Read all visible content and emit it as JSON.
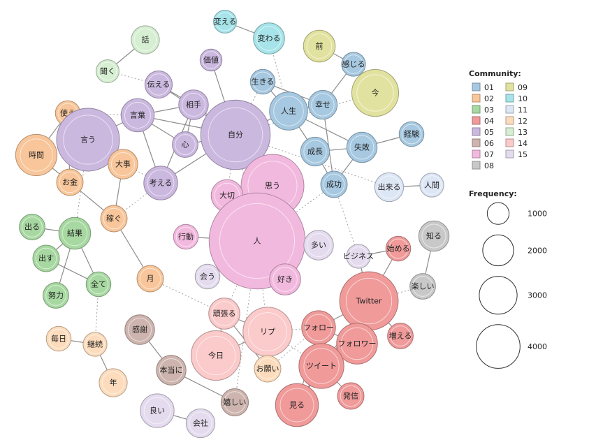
{
  "legend": {
    "community_title": "Community:",
    "frequency_title": "Frequency:",
    "communities": [
      {
        "id": "01",
        "color": "#a6c8e0"
      },
      {
        "id": "02",
        "color": "#f8c69a"
      },
      {
        "id": "03",
        "color": "#a7d8a1"
      },
      {
        "id": "04",
        "color": "#f09a9a"
      },
      {
        "id": "05",
        "color": "#cbb8df"
      },
      {
        "id": "06",
        "color": "#cdb4ae"
      },
      {
        "id": "07",
        "color": "#f2b9de"
      },
      {
        "id": "08",
        "color": "#c8c8c8"
      },
      {
        "id": "09",
        "color": "#e2e2a0"
      },
      {
        "id": "10",
        "color": "#a6e4ea"
      },
      {
        "id": "11",
        "color": "#dde6f5"
      },
      {
        "id": "12",
        "color": "#fcdcbc"
      },
      {
        "id": "13",
        "color": "#d6eed2"
      },
      {
        "id": "14",
        "color": "#fbcaca"
      },
      {
        "id": "15",
        "color": "#e4dcee"
      }
    ],
    "frequencies": [
      {
        "value": 1000,
        "label": "1000"
      },
      {
        "value": 2000,
        "label": "2000"
      },
      {
        "value": 3000,
        "label": "3000"
      },
      {
        "value": 4000,
        "label": "4000"
      }
    ]
  },
  "nodes": [
    {
      "id": "kaeru",
      "label": "変える",
      "community": "10",
      "freq": 120
    },
    {
      "id": "kawaru",
      "label": "変わる",
      "community": "10",
      "freq": 220
    },
    {
      "id": "hanashi",
      "label": "話",
      "community": "13",
      "freq": 180
    },
    {
      "id": "kiku",
      "label": "聞く",
      "community": "13",
      "freq": 120
    },
    {
      "id": "kachi",
      "label": "価値",
      "community": "05",
      "freq": 110
    },
    {
      "id": "mae",
      "label": "前",
      "community": "09",
      "freq": 230
    },
    {
      "id": "kanjiru",
      "label": "感じる",
      "community": "01",
      "freq": 130
    },
    {
      "id": "ima",
      "label": "今",
      "community": "09",
      "freq": 500
    },
    {
      "id": "tsutaeru",
      "label": "伝える",
      "community": "05",
      "freq": 170
    },
    {
      "id": "ikiru",
      "label": "生きる",
      "community": "01",
      "freq": 140
    },
    {
      "id": "aite",
      "label": "相手",
      "community": "05",
      "freq": 200
    },
    {
      "id": "shiawase",
      "label": "幸せ",
      "community": "01",
      "freq": 190
    },
    {
      "id": "jinsei",
      "label": "人生",
      "community": "01",
      "freq": 330
    },
    {
      "id": "tsukau",
      "label": "使う",
      "community": "02",
      "freq": 140
    },
    {
      "id": "kotoba",
      "label": "言葉",
      "community": "05",
      "freq": 250
    },
    {
      "id": "iu",
      "label": "言う",
      "community": "05",
      "freq": 900
    },
    {
      "id": "jibun",
      "label": "自分",
      "community": "05",
      "freq": 1100
    },
    {
      "id": "keiken",
      "label": "経験",
      "community": "01",
      "freq": 140
    },
    {
      "id": "jikan",
      "label": "時間",
      "community": "02",
      "freq": 390
    },
    {
      "id": "kokoro",
      "label": "心",
      "community": "05",
      "freq": 150
    },
    {
      "id": "seichou",
      "label": "成長",
      "community": "01",
      "freq": 190
    },
    {
      "id": "shippai",
      "label": "失敗",
      "community": "01",
      "freq": 210
    },
    {
      "id": "daiji",
      "label": "大事",
      "community": "02",
      "freq": 200
    },
    {
      "id": "kangaeru",
      "label": "考える",
      "community": "05",
      "freq": 260
    },
    {
      "id": "seikou",
      "label": "成功",
      "community": "01",
      "freq": 160
    },
    {
      "id": "dekiru",
      "label": "出来る",
      "community": "11",
      "freq": 190
    },
    {
      "id": "ningen",
      "label": "人間",
      "community": "11",
      "freq": 130
    },
    {
      "id": "okane",
      "label": "お金",
      "community": "02",
      "freq": 160
    },
    {
      "id": "omou",
      "label": "思う",
      "community": "07",
      "freq": 900
    },
    {
      "id": "taisetsu",
      "label": "大切",
      "community": "07",
      "freq": 230
    },
    {
      "id": "deru",
      "label": "出る",
      "community": "03",
      "freq": 150
    },
    {
      "id": "kekka",
      "label": "結果",
      "community": "03",
      "freq": 230
    },
    {
      "id": "kasegu",
      "label": "稼ぐ",
      "community": "02",
      "freq": 160
    },
    {
      "id": "shiru",
      "label": "知る",
      "community": "08",
      "freq": 210
    },
    {
      "id": "koudou",
      "label": "行動",
      "community": "07",
      "freq": 140
    },
    {
      "id": "hito",
      "label": "人",
      "community": "07",
      "freq": 2100
    },
    {
      "id": "ooi",
      "label": "多い",
      "community": "15",
      "freq": 200
    },
    {
      "id": "hajimeru",
      "label": "始める",
      "community": "04",
      "freq": 140
    },
    {
      "id": "business",
      "label": "ビジネス",
      "community": "15",
      "freq": 130
    },
    {
      "id": "dasu",
      "label": "出す",
      "community": "03",
      "freq": 160
    },
    {
      "id": "au",
      "label": "会う",
      "community": "15",
      "freq": 140
    },
    {
      "id": "suki",
      "label": "好き",
      "community": "07",
      "freq": 220
    },
    {
      "id": "tanoshii",
      "label": "楽しい",
      "community": "08",
      "freq": 150
    },
    {
      "id": "tsuki",
      "label": "月",
      "community": "02",
      "freq": 160
    },
    {
      "id": "subete",
      "label": "全て",
      "community": "03",
      "freq": 140
    },
    {
      "id": "doryoku",
      "label": "努力",
      "community": "03",
      "freq": 150
    },
    {
      "id": "twitter",
      "label": "Twitter",
      "community": "04",
      "freq": 780
    },
    {
      "id": "ganbaru",
      "label": "頑張る",
      "community": "14",
      "freq": 220
    },
    {
      "id": "kansha",
      "label": "感謝",
      "community": "06",
      "freq": 200
    },
    {
      "id": "rip",
      "label": "リプ",
      "community": "14",
      "freq": 550
    },
    {
      "id": "follow",
      "label": "フォロー",
      "community": "04",
      "freq": 260
    },
    {
      "id": "fueru",
      "label": "増える",
      "community": "04",
      "freq": 150
    },
    {
      "id": "mainichi",
      "label": "毎日",
      "community": "12",
      "freq": 140
    },
    {
      "id": "keizoku",
      "label": "継続",
      "community": "12",
      "freq": 130
    },
    {
      "id": "follower",
      "label": "フォロワー",
      "community": "04",
      "freq": 380
    },
    {
      "id": "kyou",
      "label": "今日",
      "community": "14",
      "freq": 560
    },
    {
      "id": "onegai",
      "label": "お願い",
      "community": "12",
      "freq": 160
    },
    {
      "id": "tweet",
      "label": "ツイート",
      "community": "04",
      "freq": 460
    },
    {
      "id": "hontou",
      "label": "本当に",
      "community": "06",
      "freq": 200
    },
    {
      "id": "toshi",
      "label": "年",
      "community": "12",
      "freq": 180
    },
    {
      "id": "hasshin",
      "label": "発信",
      "community": "04",
      "freq": 160
    },
    {
      "id": "ureshii",
      "label": "嬉しい",
      "community": "06",
      "freq": 170
    },
    {
      "id": "miru",
      "label": "見る",
      "community": "04",
      "freq": 420
    },
    {
      "id": "yoi",
      "label": "良い",
      "community": "15",
      "freq": 260
    },
    {
      "id": "kaisha",
      "label": "会社",
      "community": "15",
      "freq": 190
    }
  ],
  "edges": [
    [
      "kaeru",
      "kawaru",
      "solid"
    ],
    [
      "hanashi",
      "kiku",
      "solid"
    ],
    [
      "mae",
      "kanjiru",
      "solid"
    ],
    [
      "kanjiru",
      "ima",
      "solid"
    ],
    [
      "kanjiru",
      "shiawase",
      "solid"
    ],
    [
      "ikiru",
      "shiawase",
      "solid"
    ],
    [
      "ikiru",
      "jinsei",
      "solid"
    ],
    [
      "jinsei",
      "shiawase",
      "solid"
    ],
    [
      "jinsei",
      "seichou",
      "solid"
    ],
    [
      "jinsei",
      "shippai",
      "solid"
    ],
    [
      "shiawase",
      "seikou",
      "solid"
    ],
    [
      "seichou",
      "shippai",
      "solid"
    ],
    [
      "shippai",
      "keiken",
      "solid"
    ],
    [
      "shippai",
      "seikou",
      "solid"
    ],
    [
      "seichou",
      "seikou",
      "solid"
    ],
    [
      "dekiru",
      "ningen",
      "solid"
    ],
    [
      "kachi",
      "jibun",
      "solid"
    ],
    [
      "tsutaeru",
      "aite",
      "solid"
    ],
    [
      "tsutaeru",
      "jibun",
      "solid"
    ],
    [
      "aite",
      "kotoba",
      "solid"
    ],
    [
      "aite",
      "jibun",
      "solid"
    ],
    [
      "aite",
      "kokoro",
      "solid"
    ],
    [
      "aite",
      "kangaeru",
      "solid"
    ],
    [
      "kotoba",
      "iu",
      "solid"
    ],
    [
      "kotoba",
      "jibun",
      "solid"
    ],
    [
      "kotoba",
      "kokoro",
      "solid"
    ],
    [
      "kotoba",
      "kangaeru",
      "solid"
    ],
    [
      "kokoro",
      "jibun",
      "solid"
    ],
    [
      "kangaeru",
      "jibun",
      "solid"
    ],
    [
      "jibun",
      "jinsei",
      "solid"
    ],
    [
      "tsukau",
      "jikan",
      "solid"
    ],
    [
      "tsukau",
      "okane",
      "solid"
    ],
    [
      "jikan",
      "okane",
      "solid"
    ],
    [
      "okane",
      "kasegu",
      "solid"
    ],
    [
      "daiji",
      "kasegu",
      "solid"
    ],
    [
      "kasegu",
      "tsuki",
      "solid"
    ],
    [
      "deru",
      "kekka",
      "solid"
    ],
    [
      "kekka",
      "dasu",
      "solid"
    ],
    [
      "kekka",
      "subete",
      "solid"
    ],
    [
      "kekka",
      "doryoku",
      "solid"
    ],
    [
      "dasu",
      "subete",
      "solid"
    ],
    [
      "taisetsu",
      "hito",
      "solid"
    ],
    [
      "omou",
      "hito",
      "solid"
    ],
    [
      "koudou",
      "hito",
      "solid"
    ],
    [
      "hito",
      "ooi",
      "solid"
    ],
    [
      "hito",
      "au",
      "solid"
    ],
    [
      "hito",
      "suki",
      "solid"
    ],
    [
      "shiru",
      "tanoshii",
      "solid"
    ],
    [
      "business",
      "hajimeru",
      "solid"
    ],
    [
      "twitter",
      "hajimeru",
      "solid"
    ],
    [
      "twitter",
      "business",
      "solid"
    ],
    [
      "twitter",
      "follow",
      "solid"
    ],
    [
      "twitter",
      "follower",
      "solid"
    ],
    [
      "twitter",
      "fueru",
      "solid"
    ],
    [
      "twitter",
      "tweet",
      "solid"
    ],
    [
      "twitter",
      "miru",
      "solid"
    ],
    [
      "follow",
      "follower",
      "solid"
    ],
    [
      "follow",
      "tweet",
      "solid"
    ],
    [
      "follow",
      "miru",
      "solid"
    ],
    [
      "follower",
      "tweet",
      "solid"
    ],
    [
      "tweet",
      "hasshin",
      "solid"
    ],
    [
      "tweet",
      "miru",
      "solid"
    ],
    [
      "ganbaru",
      "rip",
      "solid"
    ],
    [
      "ganbaru",
      "kyou",
      "solid"
    ],
    [
      "ganbaru",
      "onegai",
      "solid"
    ],
    [
      "rip",
      "kyou",
      "solid"
    ],
    [
      "rip",
      "onegai",
      "solid"
    ],
    [
      "mainichi",
      "keizoku",
      "solid"
    ],
    [
      "keizoku",
      "toshi",
      "solid"
    ],
    [
      "kansha",
      "hontou",
      "solid"
    ],
    [
      "hontou",
      "ureshii",
      "solid"
    ],
    [
      "yoi",
      "kaisha",
      "solid"
    ],
    [
      "kawaru",
      "jinsei",
      "dotted"
    ],
    [
      "kiku",
      "tsutaeru",
      "dotted"
    ],
    [
      "tsukau",
      "kotoba",
      "dotted"
    ],
    [
      "iu",
      "kekka",
      "dotted"
    ],
    [
      "jibun",
      "ima",
      "dotted"
    ],
    [
      "jibun",
      "ikiru",
      "dotted"
    ],
    [
      "jibun",
      "hito",
      "dotted"
    ],
    [
      "jibun",
      "taisetsu",
      "dotted"
    ],
    [
      "jibun",
      "dekiru",
      "dotted"
    ],
    [
      "daiji",
      "kangaeru",
      "dotted"
    ],
    [
      "kangaeru",
      "kasegu",
      "dotted"
    ],
    [
      "seikou",
      "hito",
      "dotted"
    ],
    [
      "seikou",
      "business",
      "dotted"
    ],
    [
      "hito",
      "ganbaru",
      "dotted"
    ],
    [
      "hito",
      "rip",
      "dotted"
    ],
    [
      "hito",
      "ureshii",
      "dotted"
    ],
    [
      "tanoshii",
      "twitter",
      "dotted"
    ],
    [
      "tsuki",
      "ganbaru",
      "dotted"
    ],
    [
      "subete",
      "keizoku",
      "dotted"
    ],
    [
      "rip",
      "follow",
      "dotted"
    ],
    [
      "rip",
      "tweet",
      "dotted"
    ],
    [
      "onegai",
      "follow",
      "dotted"
    ]
  ]
}
